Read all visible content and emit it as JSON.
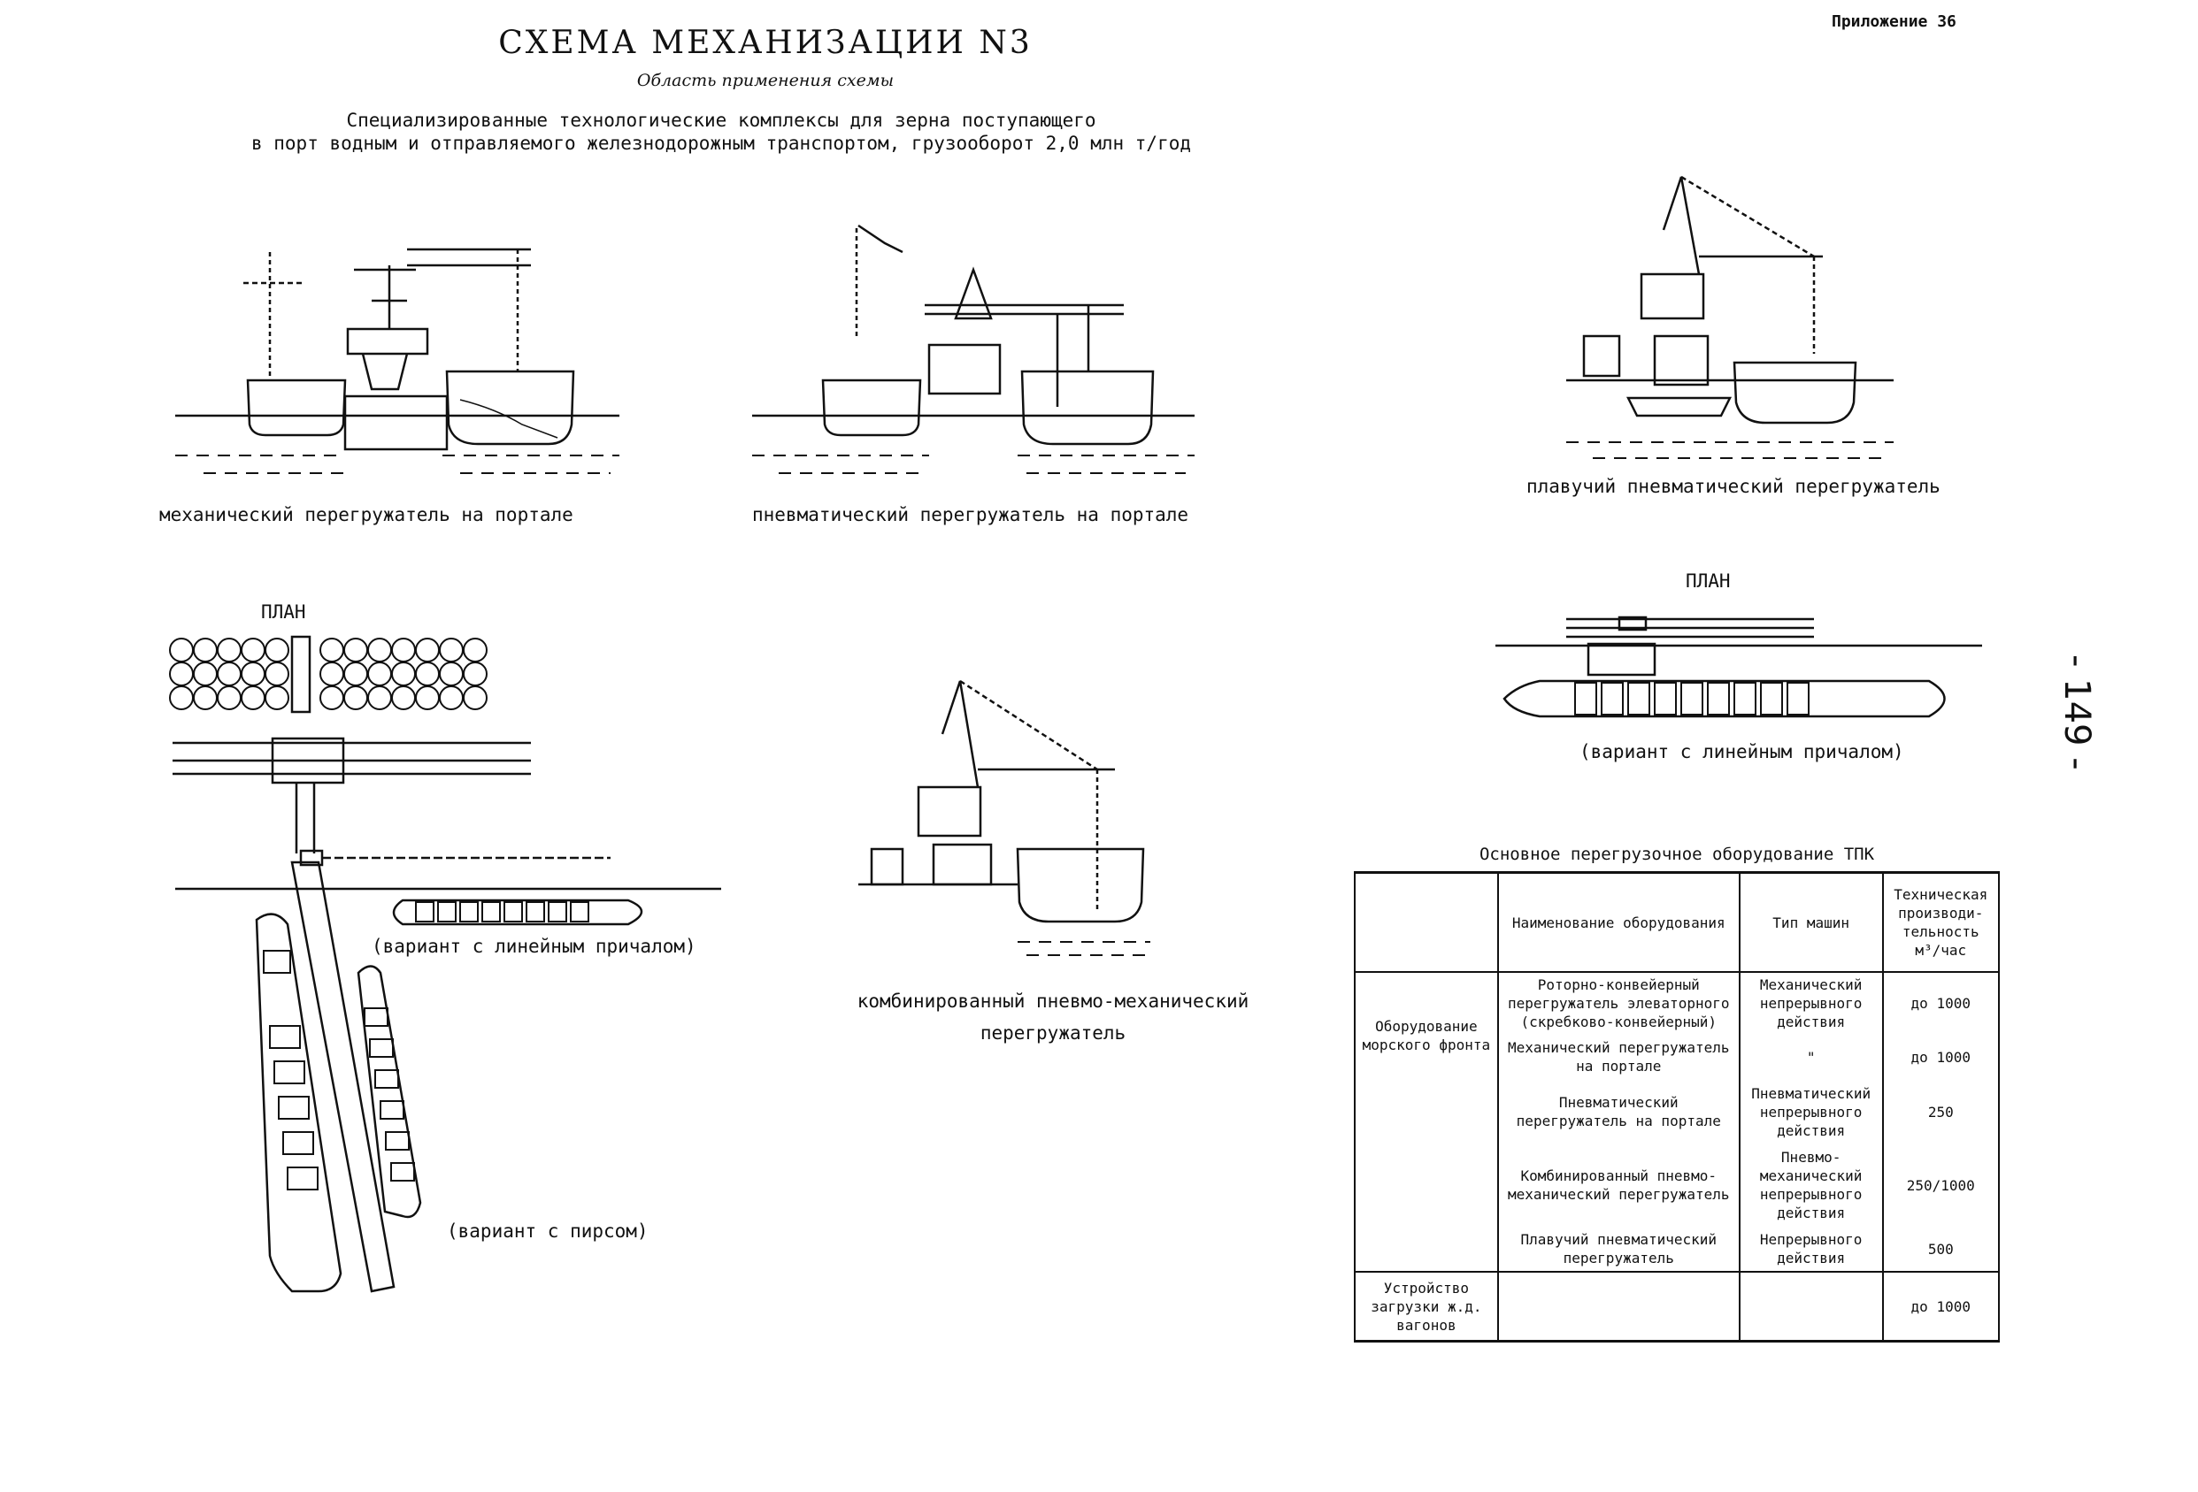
{
  "header": {
    "title": "СХЕМА МЕХАНИЗАЦИИ N3",
    "appendix": "Приложение 36",
    "subtitle": "Область применения схемы",
    "description_line1": "Специализированные технологические комплексы для зерна поступающего",
    "description_line2": "в порт водным и отправляемого железнодорожным транспортом, грузооборот 2,0 млн т/год"
  },
  "page_number": "- 149 -",
  "diagrams": {
    "mechanical_caption": "механический перегружатель на портале",
    "pneumatic_caption": "пневматический перегружатель на портале",
    "floating_caption": "плавучий пневматический перегружатель",
    "combined_caption_line1": "комбинированный пневмо-механический",
    "combined_caption_line2": "перегружатель",
    "plan_left_label": "ПЛАН",
    "plan_right_label": "ПЛАН",
    "linear_berth_left": "(вариант с линейным причалом)",
    "linear_berth_right": "(вариант с линейным причалом)",
    "pier_variant": "(вариант с пирсом)"
  },
  "equipment_table": {
    "caption": "Основное перегрузочное оборудование ТПК",
    "headers": {
      "name": "Наименование оборудования",
      "type": "Тип машин",
      "capacity": "Техническая производи-тельность м³/час"
    },
    "group_sea": "Оборудование морского фронта",
    "group_rail": "Устройство загрузки ж.д. вагонов",
    "rows": [
      {
        "name": "Роторно-конвейерный перегружатель элеваторного (скребково-конвейерный)",
        "type": "Механический непрерывного действия",
        "capacity": "до 1000"
      },
      {
        "name": "Механический перегружатель на портале",
        "type": "\"",
        "capacity": "до 1000"
      },
      {
        "name": "Пневматический перегружатель на портале",
        "type": "Пневматический непрерывного действия",
        "capacity": "250"
      },
      {
        "name": "Комбинированный пневмо-механический перегружатель",
        "type": "Пневмо-механический непрерывного действия",
        "capacity": "250/1000"
      },
      {
        "name": "Плавучий пневматический перегружатель",
        "type": "Непрерывного действия",
        "capacity": "500"
      }
    ],
    "rail_capacity": "до 1000"
  }
}
